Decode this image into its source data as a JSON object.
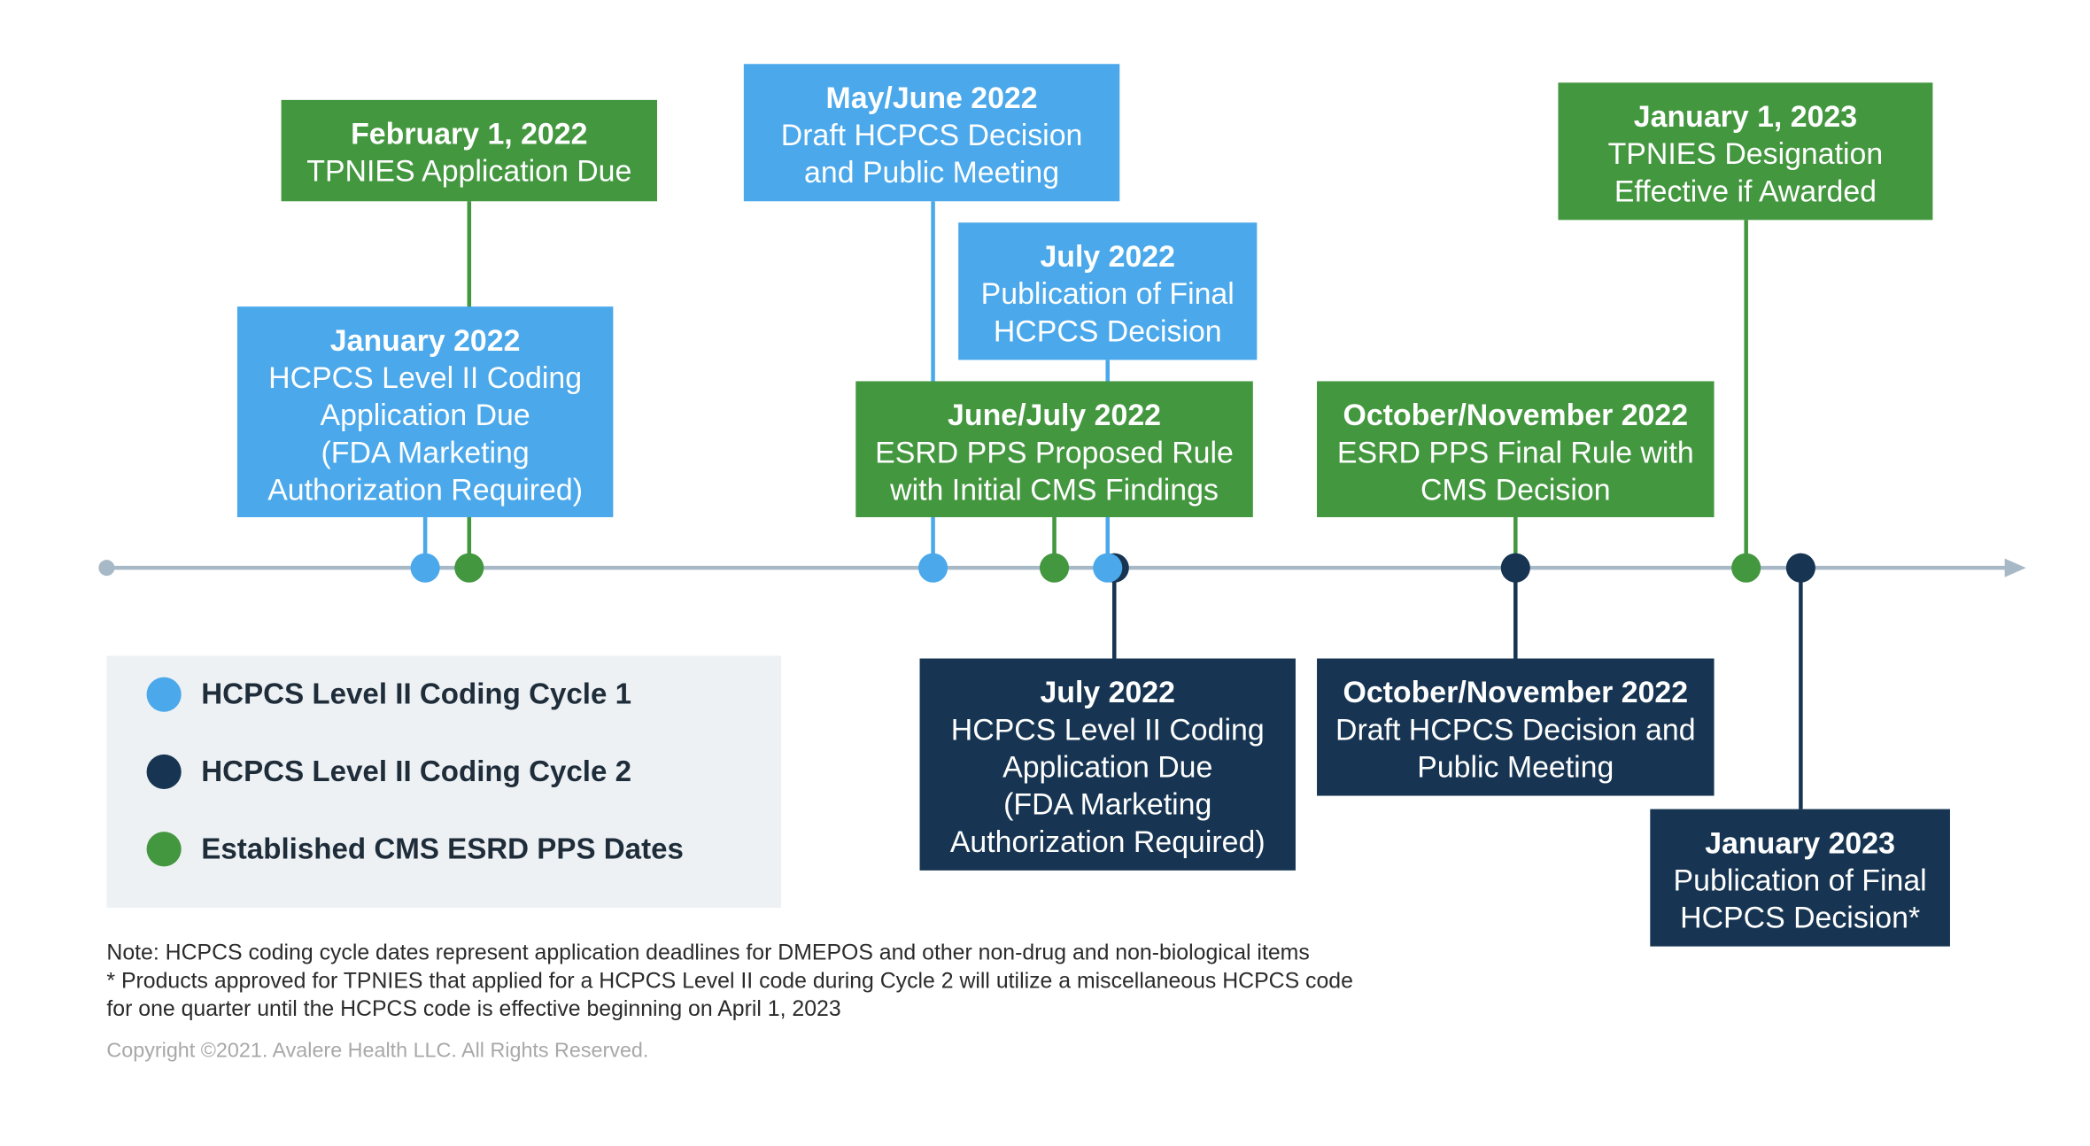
{
  "colors": {
    "cycle1": "#4aa8eb",
    "cycle2": "#173552",
    "cms": "#43973f",
    "axis": "#a7b8c6"
  },
  "events": [
    {
      "id": "feb-2022",
      "date": "February 1, 2022",
      "desc": "TPNIES Application Due",
      "category": "cms"
    },
    {
      "id": "jan-2022",
      "date": "January 2022",
      "desc": "HCPCS Level II Coding\nApplication Due\n(FDA Marketing\nAuthorization Required)",
      "category": "cycle1"
    },
    {
      "id": "may-june-2022",
      "date": "May/June 2022",
      "desc": "Draft HCPCS Decision\nand Public Meeting",
      "category": "cycle1"
    },
    {
      "id": "july-2022-final",
      "date": "July 2022",
      "desc": "Publication of Final\nHCPCS Decision",
      "category": "cycle1"
    },
    {
      "id": "june-july-2022",
      "date": "June/July 2022",
      "desc": "ESRD PPS Proposed Rule\nwith Initial CMS Findings",
      "category": "cms"
    },
    {
      "id": "oct-nov-2022-final-rule",
      "date": "October/November 2022",
      "desc": "ESRD PPS Final Rule with\nCMS Decision",
      "category": "cms"
    },
    {
      "id": "jan-1-2023",
      "date": "January 1, 2023",
      "desc": "TPNIES Designation\nEffective if Awarded",
      "category": "cms"
    },
    {
      "id": "july-2022-app",
      "date": "July 2022",
      "desc": "HCPCS Level II Coding\nApplication Due\n(FDA Marketing\nAuthorization Required)",
      "category": "cycle2"
    },
    {
      "id": "oct-nov-2022-draft",
      "date": "October/November 2022",
      "desc": "Draft HCPCS Decision and\nPublic Meeting",
      "category": "cycle2"
    },
    {
      "id": "jan-2023",
      "date": "January 2023",
      "desc": "Publication of Final\nHCPCS Decision*",
      "category": "cycle2"
    }
  ],
  "legend": [
    {
      "label": "HCPCS Level II Coding Cycle 1",
      "category": "cycle1"
    },
    {
      "label": "HCPCS Level II Coding Cycle 2",
      "category": "cycle2"
    },
    {
      "label": "Established CMS ESRD PPS Dates",
      "category": "cms"
    }
  ],
  "notes": {
    "line1": "Note: HCPCS coding cycle dates represent application deadlines for DMEPOS and other non-drug and non-biological items",
    "line2": "* Products approved for TPNIES that applied for a HCPCS Level II code during Cycle 2 will utilize a miscellaneous HCPCS code",
    "line3": "for one quarter until the HCPCS code is effective beginning on April 1, 2023"
  },
  "copyright": "Copyright ©2021. Avalere Health LLC. All Rights Reserved."
}
